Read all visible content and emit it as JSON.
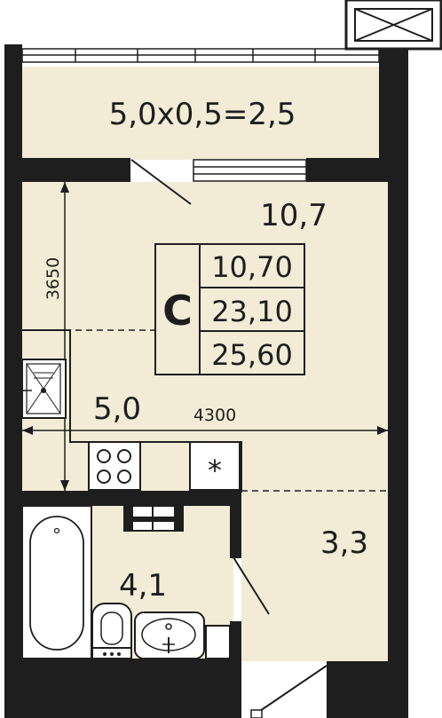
{
  "colors": {
    "wall": "#1e1e1e",
    "floor": "#f2ecd6",
    "line": "#1e1e1e"
  },
  "rooms": {
    "balcony_label": "5,0x0,5=2,5",
    "room_area": "10,7",
    "kitchen_area": "5,0",
    "hall_area": "3,3",
    "bath_area": "4,1"
  },
  "dimensions": {
    "vertical": "3650",
    "horizontal": "4300"
  },
  "summary": {
    "type_letter": "С",
    "living_area": "10,70",
    "total_area": "23,10",
    "total_with_balcony": "25,60"
  },
  "icons": {
    "stove": "stove-icon",
    "fridge": "fridge-icon",
    "sink": "kitchen-sink-icon",
    "bathtub": "bathtub-icon",
    "toilet": "toilet-icon",
    "washbasin": "washbasin-icon",
    "ac": "ac-unit-icon"
  }
}
